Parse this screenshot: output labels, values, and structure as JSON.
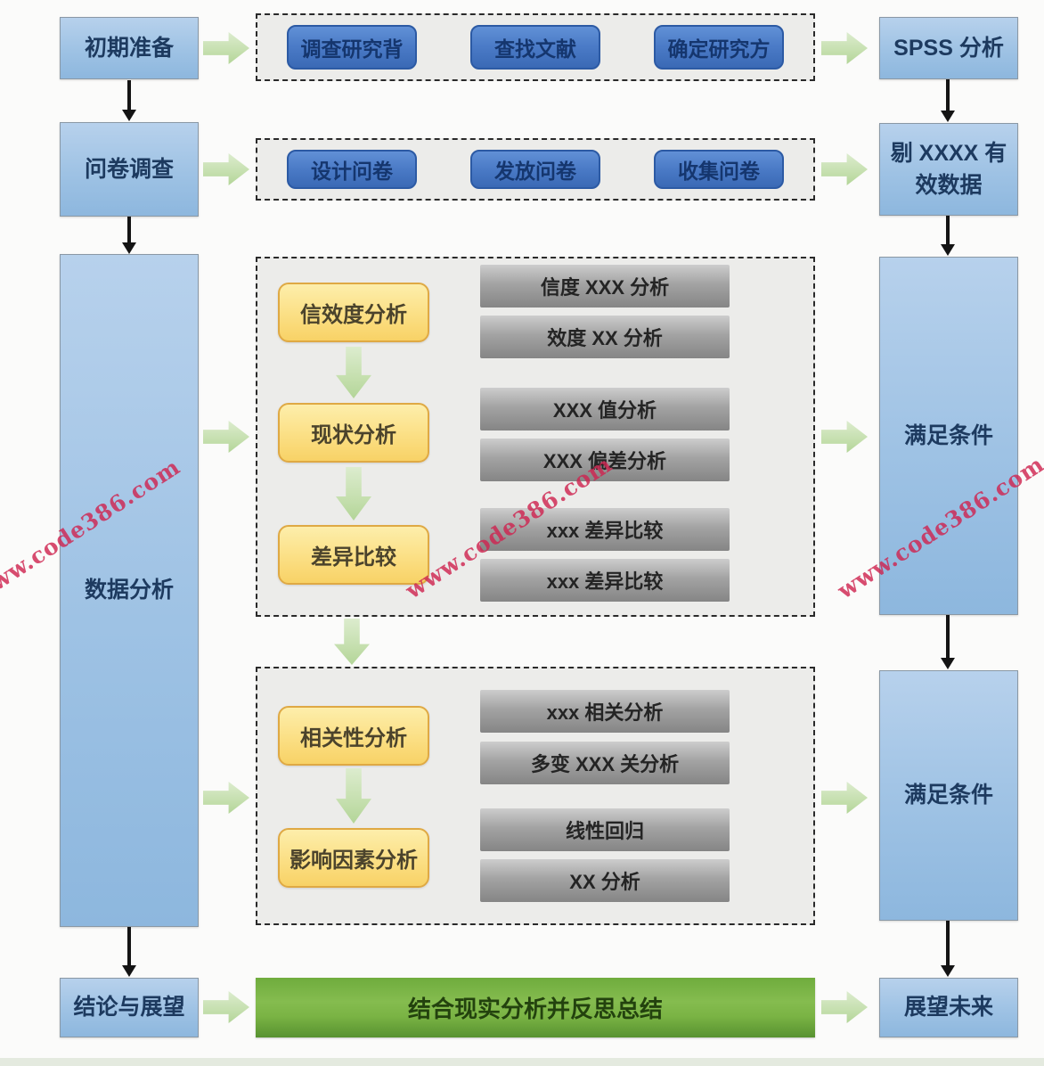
{
  "stages_left": [
    {
      "label": "初期准备"
    },
    {
      "label": "问卷调查"
    },
    {
      "label": "数据分析"
    },
    {
      "label": "结论与展望"
    }
  ],
  "results_right": [
    {
      "label": "SPSS 分析"
    },
    {
      "label": "剔 XXXX 有效数据"
    },
    {
      "label": "满足条件"
    },
    {
      "label": "满足条件"
    },
    {
      "label": "展望未来"
    }
  ],
  "row1": {
    "steps": [
      {
        "label": "调查研究背"
      },
      {
        "label": "查找文献"
      },
      {
        "label": "确定研究方"
      }
    ]
  },
  "row2": {
    "steps": [
      {
        "label": "设计问卷"
      },
      {
        "label": "发放问卷"
      },
      {
        "label": "收集问卷"
      }
    ]
  },
  "panel1": {
    "stages": [
      {
        "label": "信效度分析",
        "outputs": [
          {
            "label": "信度 XXX 分析"
          },
          {
            "label": "效度 XX 分析"
          }
        ]
      },
      {
        "label": "现状分析",
        "outputs": [
          {
            "label": "XXX 值分析"
          },
          {
            "label": "XXX 偏差分析"
          }
        ]
      },
      {
        "label": "差异比较",
        "outputs": [
          {
            "label": "xxx 差异比较"
          },
          {
            "label": "xxx 差异比较"
          }
        ]
      }
    ]
  },
  "panel2": {
    "stages": [
      {
        "label": "相关性分析",
        "outputs": [
          {
            "label": "xxx 相关分析"
          },
          {
            "label": "多变 XXX 关分析"
          }
        ]
      },
      {
        "label": "影响因素分析",
        "outputs": [
          {
            "label": "线性回归"
          },
          {
            "label": "XX 分析"
          }
        ]
      }
    ]
  },
  "summary": {
    "label": "结合现实分析并反思总结"
  },
  "watermark": {
    "text": "www.code386.com",
    "color": "#ce2550"
  },
  "colors": {
    "stage_box_blue": "#9ec2e4",
    "step_button_blue": "#4a7ac6",
    "stage_yellow": "#fbdf84",
    "output_gray": "#a3a3a3",
    "summary_green": "#7ab344",
    "block_arrow_green": "#c5dfae",
    "connector_black": "#141414",
    "panel_gray": "#ececea"
  }
}
